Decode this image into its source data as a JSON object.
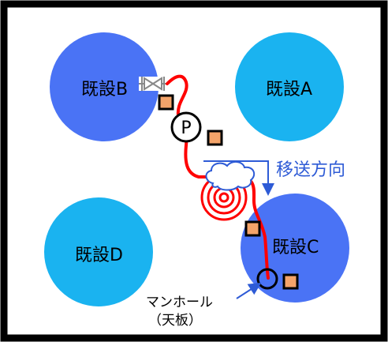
{
  "tanks": {
    "b": {
      "label": "既設B"
    },
    "a": {
      "label": "既設A"
    },
    "c": {
      "label": "既設C"
    },
    "d": {
      "label": "既設D"
    }
  },
  "pump": {
    "label": "P"
  },
  "direction": {
    "label": "移送方向"
  },
  "manhole": {
    "line1": "マンホール",
    "line2": "（天板）"
  },
  "colors": {
    "frame": "#000000",
    "tank_dark": "#4a73f5",
    "tank_light": "#1ab3f0",
    "hose": "#ff0000",
    "marker_fill": "#f4a46a",
    "arrow": "#2e5bd6"
  }
}
